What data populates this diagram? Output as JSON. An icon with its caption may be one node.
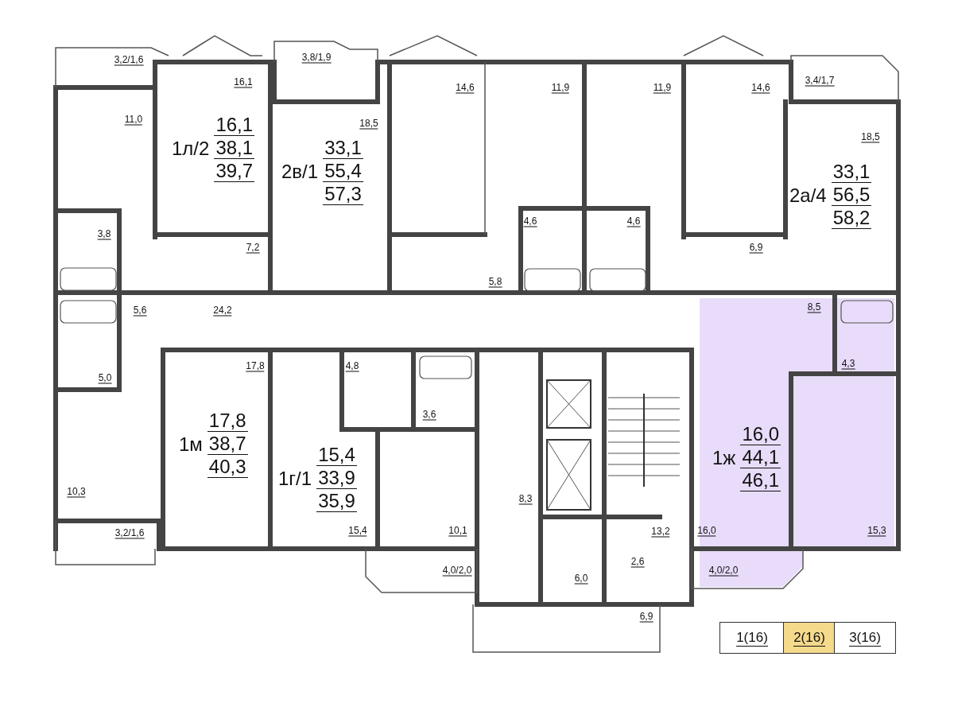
{
  "diagram": {
    "nodes": [
      {
        "text": [
          "1л/2",
          "16,1",
          "38,1",
          "39,7"
        ]
      },
      {
        "text": [
          "2в/1",
          "33,1",
          "55,4",
          "57,3"
        ]
      },
      {
        "text": [
          "2а/4",
          "33,1",
          "56,5",
          "58,2"
        ]
      },
      {
        "text": [
          "1м",
          "17,8",
          "38,7",
          "40,3"
        ]
      },
      {
        "text": [
          "1г/1",
          "15,4",
          "33,9",
          "35,9"
        ]
      },
      {
        "text": [
          "1ж",
          "16,0",
          "44,1",
          "46,1"
        ]
      },
      {
        "text": [
          "1(16)"
        ]
      },
      {
        "text": [
          "2(16)"
        ]
      },
      {
        "text": [
          "3(16)"
        ]
      }
    ],
    "labels": [
      "3,2/1,6",
      "3,8/1,9",
      "16,1",
      "3,4/1,7",
      "14,6",
      "11,9",
      "11,9",
      "14,6",
      "11,0",
      "18,5",
      "18,5",
      "4,6",
      "4,6",
      "3,8",
      "7,2",
      "6,9",
      "5,8",
      "5,6",
      "24,2",
      "8,5",
      "17,8",
      "4,8",
      "4,3",
      "5,0",
      "3,6",
      "10,3",
      "8,3",
      "3,2/1,6",
      "15,4",
      "10,1",
      "13,2",
      "16,0",
      "15,3",
      "2,6",
      "4,0/2,0",
      "4,0/2,0",
      "6,0",
      "6,9"
    ]
  }
}
